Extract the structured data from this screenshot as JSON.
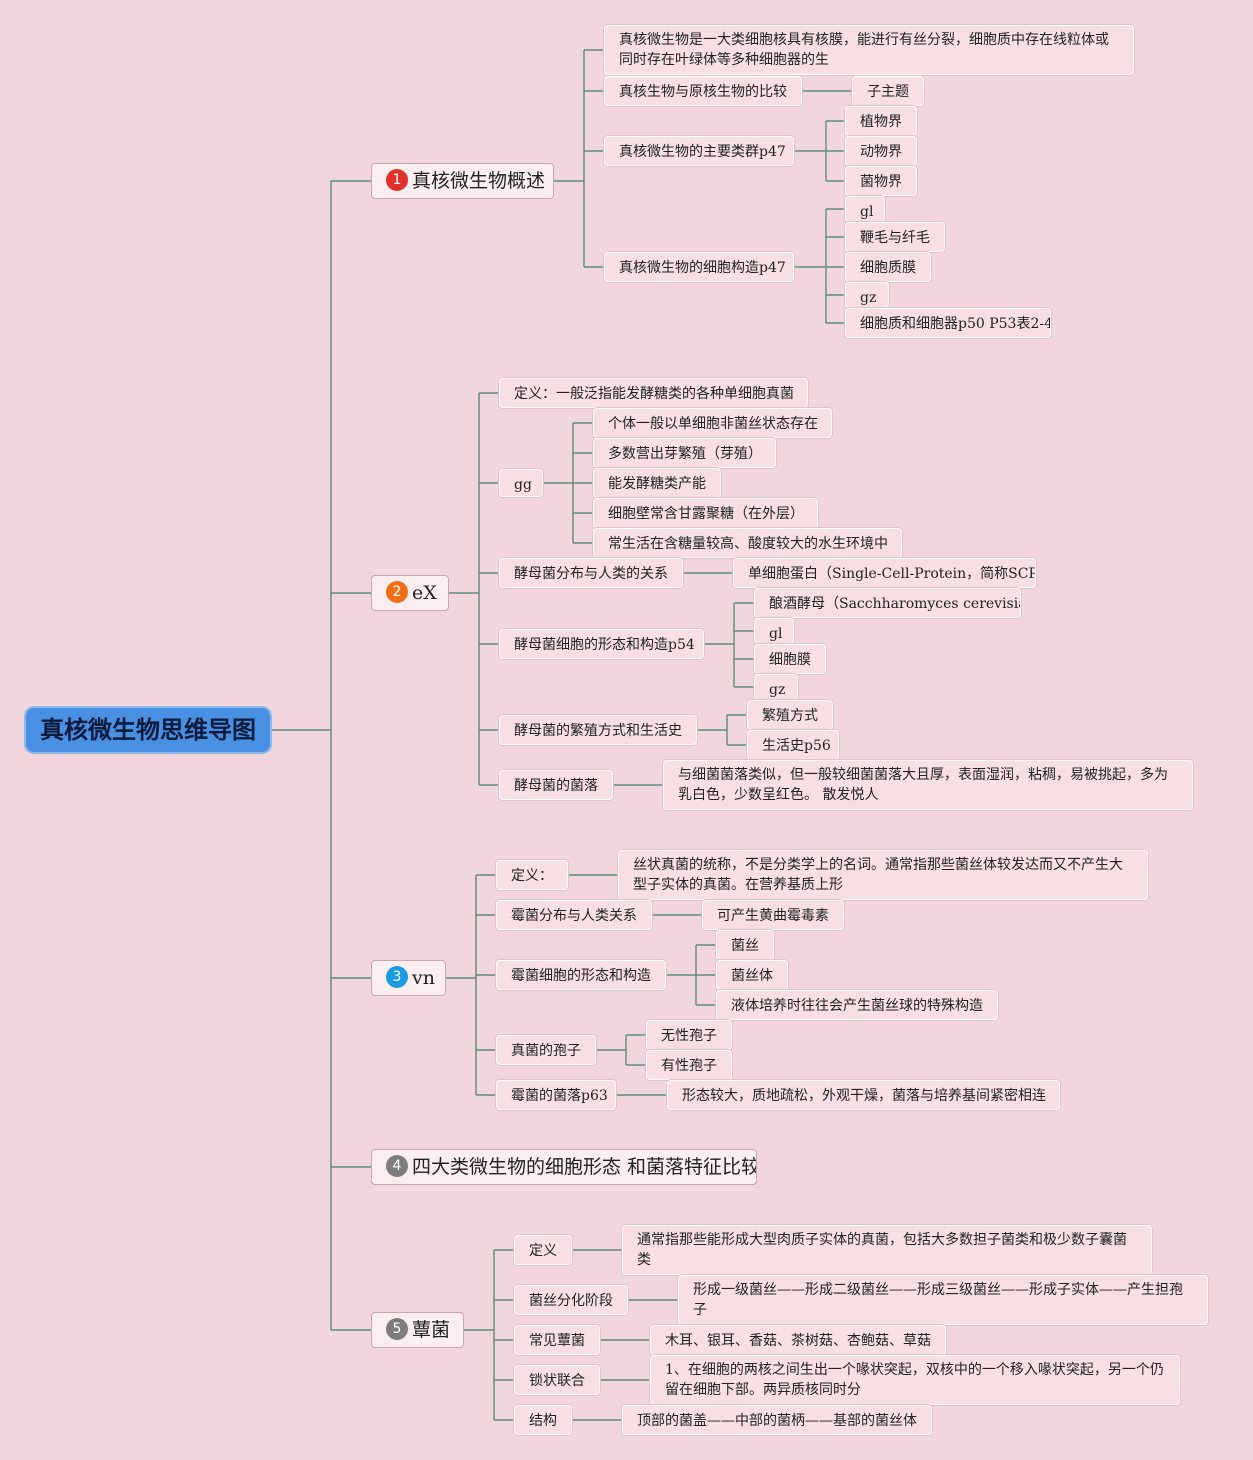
{
  "root": {
    "label": "真核微生物思维导图",
    "color": "#4a90e2"
  },
  "line_color": "#5f8a80",
  "topics": [
    {
      "number": "1",
      "badge_color": "#e0322a",
      "label": "真核微生物概述",
      "children": [
        {
          "label": "真核微生物是一大类细胞核具有核膜，能进行有丝分裂，细胞质中存在线粒体或同时存在叶绿体等多种细胞器的生"
        },
        {
          "label": "真核生物与原核生物的比较",
          "children": [
            {
              "label": "子主题"
            }
          ]
        },
        {
          "label": "真核微生物的主要类群p47",
          "children": [
            {
              "label": "植物界"
            },
            {
              "label": "动物界"
            },
            {
              "label": "菌物界"
            }
          ]
        },
        {
          "label": "真核微生物的细胞构造p47",
          "children": [
            {
              "label": "gl"
            },
            {
              "label": "鞭毛与纤毛"
            },
            {
              "label": "细胞质膜"
            },
            {
              "label": "gz"
            },
            {
              "label": "细胞质和细胞器p50 P53表2-4"
            }
          ]
        }
      ]
    },
    {
      "number": "2",
      "badge_color": "#f06e18",
      "label": "eX",
      "children": [
        {
          "label": "定义：一般泛指能发酵糖类的各种单细胞真菌"
        },
        {
          "label": "gg",
          "children": [
            {
              "label": "个体一般以单细胞非菌丝状态存在"
            },
            {
              "label": "多数营出芽繁殖（芽殖）"
            },
            {
              "label": "能发酵糖类产能"
            },
            {
              "label": "细胞壁常含甘露聚糖（在外层）"
            },
            {
              "label": "常生活在含糖量较高、酸度较大的水生环境中"
            }
          ]
        },
        {
          "label": "酵母菌分布与人类的关系",
          "children": [
            {
              "label": "单细胞蛋白（Single-Cell-Protein，简称SCP）"
            }
          ]
        },
        {
          "label": "酵母菌细胞的形态和构造p54",
          "children": [
            {
              "label": "酿酒酵母（Sacchharomyces cerevisiae）"
            },
            {
              "label": "gl"
            },
            {
              "label": "细胞膜"
            },
            {
              "label": "gz"
            }
          ]
        },
        {
          "label": "酵母菌的繁殖方式和生活史",
          "children": [
            {
              "label": "繁殖方式"
            },
            {
              "label": "生活史p56"
            }
          ]
        },
        {
          "label": "酵母菌的菌落",
          "children": [
            {
              "label": "与细菌菌落类似，但一般较细菌菌落大且厚，表面湿润，粘稠，易被挑起，多为乳白色，少数呈红色。 散发悦人"
            }
          ]
        }
      ]
    },
    {
      "number": "3",
      "badge_color": "#1a9be0",
      "label": "vn",
      "children": [
        {
          "label": "定义：",
          "children": [
            {
              "label": "丝状真菌的统称，不是分类学上的名词。通常指那些菌丝体较发达而又不产生大型子实体的真菌。在营养基质上形"
            }
          ]
        },
        {
          "label": "霉菌分布与人类关系",
          "children": [
            {
              "label": "可产生黄曲霉毒素"
            }
          ]
        },
        {
          "label": "霉菌细胞的形态和构造",
          "children": [
            {
              "label": "菌丝"
            },
            {
              "label": "菌丝体"
            },
            {
              "label": "液体培养时往往会产生菌丝球的特殊构造"
            }
          ]
        },
        {
          "label": "真菌的孢子",
          "children": [
            {
              "label": "无性孢子"
            },
            {
              "label": "有性孢子"
            }
          ]
        },
        {
          "label": "霉菌的菌落p63",
          "children": [
            {
              "label": "形态较大，质地疏松，外观干燥，菌落与培养基间紧密相连"
            }
          ]
        }
      ]
    },
    {
      "number": "4",
      "badge_color": "#7d7d7d",
      "label": "四大类微生物的细胞形态 和菌落特征比较",
      "children": []
    },
    {
      "number": "5",
      "badge_color": "#7d7d7d",
      "label": "蕈菌",
      "children": [
        {
          "label": "定义",
          "children": [
            {
              "label": "通常指那些能形成大型肉质子实体的真菌，包括大多数担子菌类和极少数子囊菌类"
            }
          ]
        },
        {
          "label": "菌丝分化阶段",
          "children": [
            {
              "label": "形成一级菌丝——形成二级菌丝——形成三级菌丝——形成子实体——产生担孢子"
            }
          ]
        },
        {
          "label": "常见蕈菌",
          "children": [
            {
              "label": "木耳、银耳、香菇、茶树菇、杏鲍菇、草菇"
            }
          ]
        },
        {
          "label": "锁状联合",
          "children": [
            {
              "label": "1、在细胞的两核之间生出一个喙状突起，双核中的一个移入喙状突起，另一个仍留在细胞下部。两异质核同时分"
            }
          ]
        },
        {
          "label": "结构",
          "children": [
            {
              "label": "顶部的菌盖——中部的菌柄——基部的菌丝体"
            }
          ]
        }
      ]
    }
  ]
}
